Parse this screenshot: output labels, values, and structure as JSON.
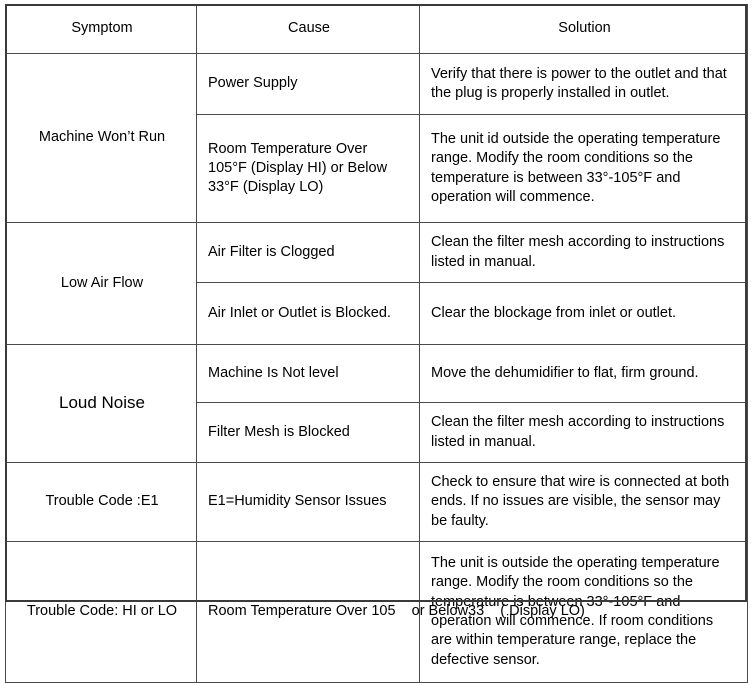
{
  "table": {
    "name": "troubleshooting-table",
    "columns": [
      {
        "key": "symptom",
        "label": "Symptom"
      },
      {
        "key": "cause",
        "label": "Cause"
      },
      {
        "key": "solution",
        "label": "Solution"
      }
    ],
    "groups": [
      {
        "symptom": "Machine Won’t Run",
        "symptom_size": "normal",
        "rows": [
          {
            "cause": "Power Supply",
            "solution": "Verify that there is power to the outlet and that the plug is properly installed in outlet."
          },
          {
            "cause": "Room Temperature Over 105°F (Display HI) or Below 33°F (Display LO)",
            "solution": "The unit id outside the operating temperature range. Modify the room conditions so the temperature is between 33°-105°F and operation will commence."
          }
        ]
      },
      {
        "symptom": "Low Air Flow",
        "symptom_size": "normal",
        "rows": [
          {
            "cause": "Air Filter is Clogged",
            "solution": "Clean the filter mesh according to instructions listed in manual."
          },
          {
            "cause": "Air Inlet or Outlet is Blocked.",
            "solution": "Clear the blockage from inlet or outlet."
          }
        ]
      },
      {
        "symptom": "Loud Noise",
        "symptom_size": "big",
        "rows": [
          {
            "cause": "Machine Is Not level",
            "solution": "Move the dehumidifier to flat, firm ground."
          },
          {
            "cause": "Filter Mesh is Blocked",
            "solution": "Clean the filter mesh according to instructions listed in manual."
          }
        ]
      },
      {
        "symptom": "Trouble Code :E1",
        "symptom_size": "normal",
        "rows": [
          {
            "cause": "E1=Humidity Sensor Issues",
            "solution": "Check to ensure that wire is connected at both ends. If no issues are visible, the sensor may be faulty."
          }
        ]
      },
      {
        "symptom": "Trouble Code: HI or LO",
        "symptom_size": "normal",
        "rows": [
          {
            "cause": "Room Temperature Over 105    or Below33    ( Display LO)",
            "solution": "The unit is outside the operating temperature range. Modify the room conditions so the temperature is between 33°-105°F and operation will commence. If room conditions are within temperature range, replace the defective sensor."
          }
        ]
      }
    ]
  },
  "style": {
    "border_color": "#4a4a4a",
    "outer_border_color": "#3a3a3a",
    "text_color": "#000000",
    "background": "#ffffff"
  }
}
